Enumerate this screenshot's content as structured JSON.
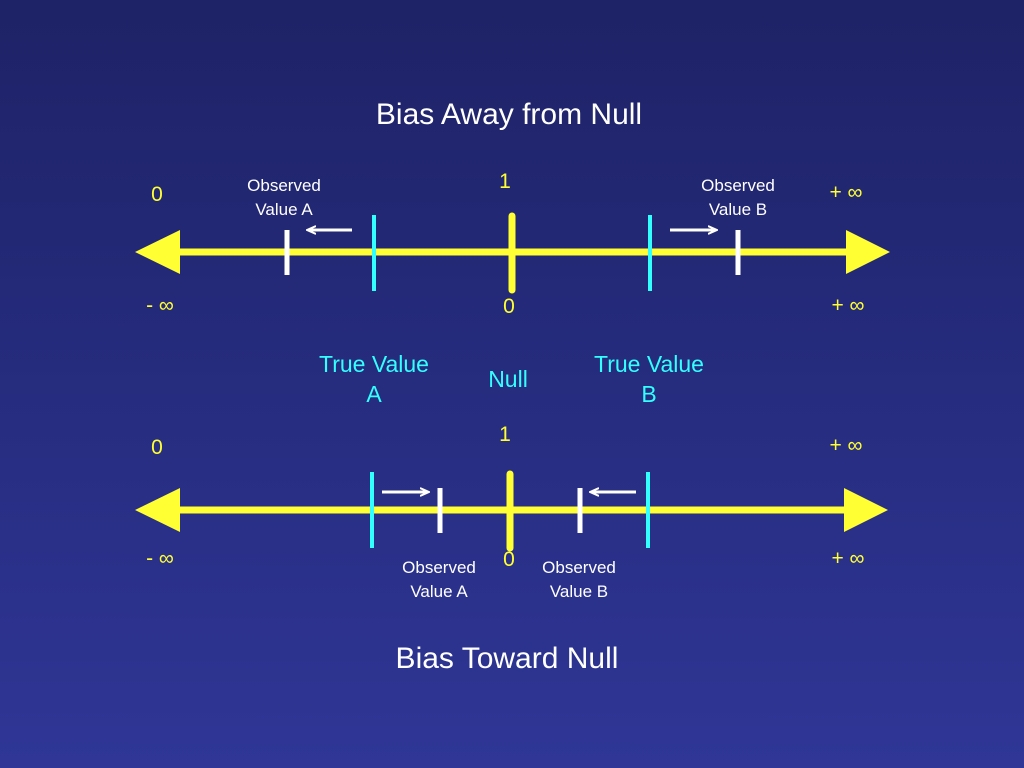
{
  "top": {
    "title": "Bias Away from Null",
    "label_left_top": "0",
    "label_center_top": "1",
    "label_right_top": "+ ∞",
    "label_left_bottom": "- ∞",
    "label_center_bottom": "0",
    "label_right_bottom": "+ ∞",
    "observed_a": "Observed\nValue A",
    "observed_b": "Observed\nValue B"
  },
  "middle": {
    "true_value_a": "True Value\nA",
    "null_label": "Null",
    "true_value_b": "True Value\nB"
  },
  "bottom": {
    "title": "Bias Toward Null",
    "label_left_top": "0",
    "label_center_top": "1",
    "label_right_top": "+ ∞",
    "label_left_bottom": "- ∞",
    "label_center_bottom": "0",
    "label_right_bottom": "+ ∞",
    "observed_a": "Observed\nValue A",
    "observed_b": "Observed\nValue B"
  },
  "colors": {
    "background": "#262c7e",
    "axis": "#ffff33",
    "true_value": "#33ffff",
    "observed": "#ffffff",
    "title": "#ffffff"
  }
}
